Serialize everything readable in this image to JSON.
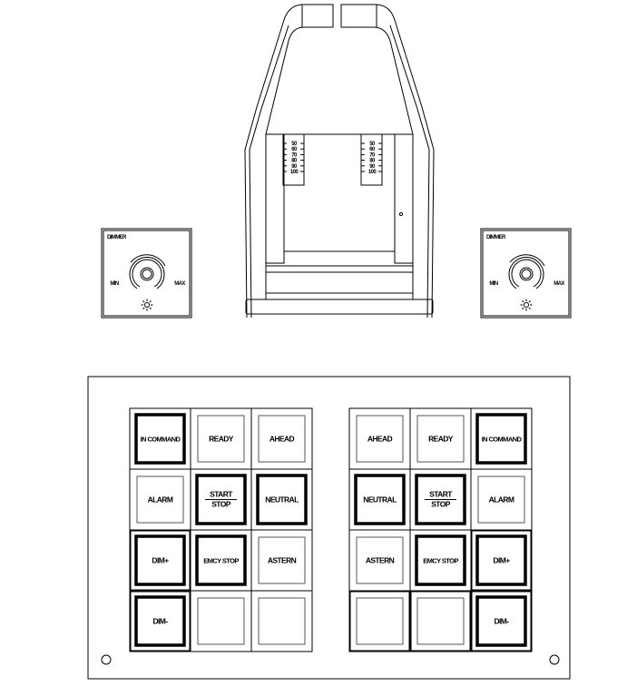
{
  "lever_scale": {
    "ticks": [
      "50",
      "60",
      "70",
      "80",
      "90",
      "100"
    ]
  },
  "dimmers": [
    {
      "title": "DIMMER",
      "min": "MIN",
      "max": "MAX"
    },
    {
      "title": "DIMMER",
      "min": "MIN",
      "max": "MAX"
    }
  ],
  "panels": [
    {
      "buttons": [
        {
          "label": "IN COMMAND",
          "bold": true
        },
        {
          "label": "READY",
          "bold": false
        },
        {
          "label": "AHEAD",
          "bold": false
        },
        {
          "label": "ALARM",
          "bold": false
        },
        {
          "label": "START",
          "label2": "STOP",
          "bold": true
        },
        {
          "label": "NEUTRAL",
          "bold": true
        },
        {
          "label": "DIM+",
          "bold": true,
          "cell_bold": true
        },
        {
          "label": "EMCY STOP",
          "bold": true
        },
        {
          "label": "ASTERN",
          "bold": false
        },
        {
          "label": "DIM-",
          "bold": true,
          "cell_bold": true
        },
        {
          "label": "",
          "bold": false
        },
        {
          "label": "",
          "bold": false
        }
      ]
    },
    {
      "buttons": [
        {
          "label": "AHEAD",
          "bold": false
        },
        {
          "label": "READY",
          "bold": false
        },
        {
          "label": "IN COMMAND",
          "bold": true
        },
        {
          "label": "NEUTRAL",
          "bold": true
        },
        {
          "label": "START",
          "label2": "STOP",
          "bold": true
        },
        {
          "label": "ALARM",
          "bold": false
        },
        {
          "label": "ASTERN",
          "bold": false
        },
        {
          "label": "EMCY STOP",
          "bold": true
        },
        {
          "label": "DIM+",
          "bold": true,
          "cell_bold": true
        },
        {
          "label": "",
          "bold": false,
          "cell_bold": true
        },
        {
          "label": "",
          "bold": false,
          "cell_bold": true
        },
        {
          "label": "DIM-",
          "bold": true,
          "cell_bold": true
        }
      ]
    }
  ]
}
